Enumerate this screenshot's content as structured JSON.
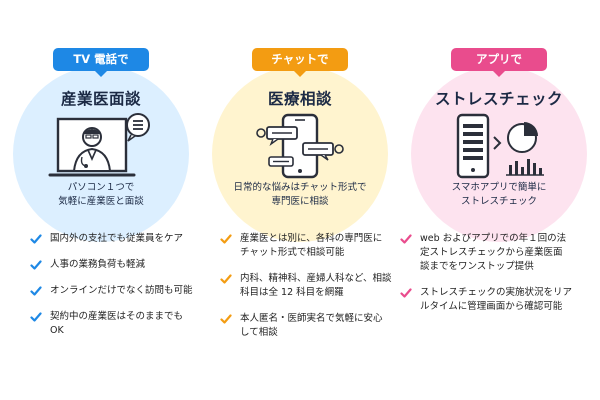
{
  "columns": [
    {
      "badge": "TV 電話で",
      "title": "産業医面談",
      "description": [
        "パソコン１つで",
        "気軽に産業医と面談"
      ],
      "icon": "video-call-doctor-icon",
      "accent": "#1e88e5",
      "circle_color": "#dcefff",
      "features": [
        [
          "国内外の支社でも従業員をケア"
        ],
        [
          "人事の業務負荷も軽減"
        ],
        [
          "オンラインだけでなく訪問も可能"
        ],
        [
          "契約中の産業医はそのままでも",
          "OK"
        ]
      ]
    },
    {
      "badge": "チャットで",
      "title": "医療相談",
      "description": [
        "日常的な悩みはチャット形式で",
        "専門医に相談"
      ],
      "icon": "smartphone-chat-icon",
      "accent": "#f39c12",
      "circle_color": "#fff4cf",
      "features": [
        [
          "産業医とは別に、各科の専門医に",
          "チャット形式で相談可能"
        ],
        [
          "内科、精神科、産婦人科など、相談",
          "科目は全 12 科目を網羅"
        ],
        [
          "本人匿名・医師実名で気軽に安心",
          "して相談"
        ]
      ]
    },
    {
      "badge": "アプリで",
      "title": "ストレスチェック",
      "description": [
        "スマホアプリで簡単に",
        "ストレスチェック"
      ],
      "icon": "app-stress-chart-icon",
      "accent": "#e94c8d",
      "circle_color": "#fde3ef",
      "features": [
        [
          "web およびアプリでの年１回の法",
          "定ストレスチェックから産業医面",
          "談までをワンストップ提供"
        ],
        [
          "ストレスチェックの実施状況をリア",
          "ルタイムに管理画面から確認可能"
        ]
      ]
    }
  ]
}
